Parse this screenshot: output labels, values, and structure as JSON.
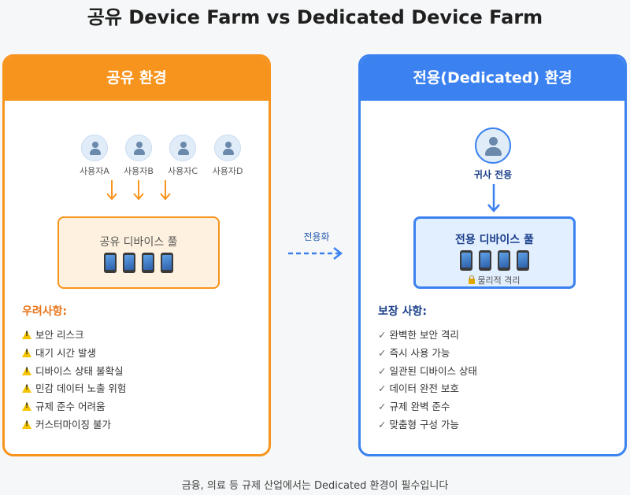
{
  "title": "공유 Device Farm vs Dedicated Device Farm",
  "shared": {
    "header": "공유 환경",
    "users": [
      "사용자A",
      "사용자B",
      "사용자C",
      "사용자D"
    ],
    "pool_title": "공유 디바이스 풀",
    "concerns_title": "우려사항:",
    "concerns": [
      "보안 리스크",
      "대기 시간 발생",
      "디바이스 상태 불확실",
      "민감 데이터 노출 위험",
      "규제 준수 어려움",
      "커스터마이징 불가"
    ]
  },
  "transition_label": "전용화",
  "dedicated": {
    "header": "전용(Dedicated) 환경",
    "user_label": "귀사 전용",
    "pool_title": "전용 디바이스 풀",
    "isolation_note": "물리적 격리",
    "guarantees_title": "보장 사항:",
    "guarantees": [
      "완벽한 보안 격리",
      "즉시 사용 가능",
      "일관된 디바이스 상태",
      "데이터 완전 보호",
      "규제 완벽 준수",
      "맞춤형 구성 가능"
    ]
  },
  "footer": "금융, 의료 등 규제 산업에서는 Dedicated 환경이 필수입니다",
  "colors": {
    "shared_accent": "#f7941d",
    "dedicated_accent": "#3b82f0"
  },
  "icons": {
    "user": "user-icon",
    "device": "smartphone-icon",
    "warning": "warning-icon",
    "check": "check-icon",
    "lock": "lock-icon"
  }
}
